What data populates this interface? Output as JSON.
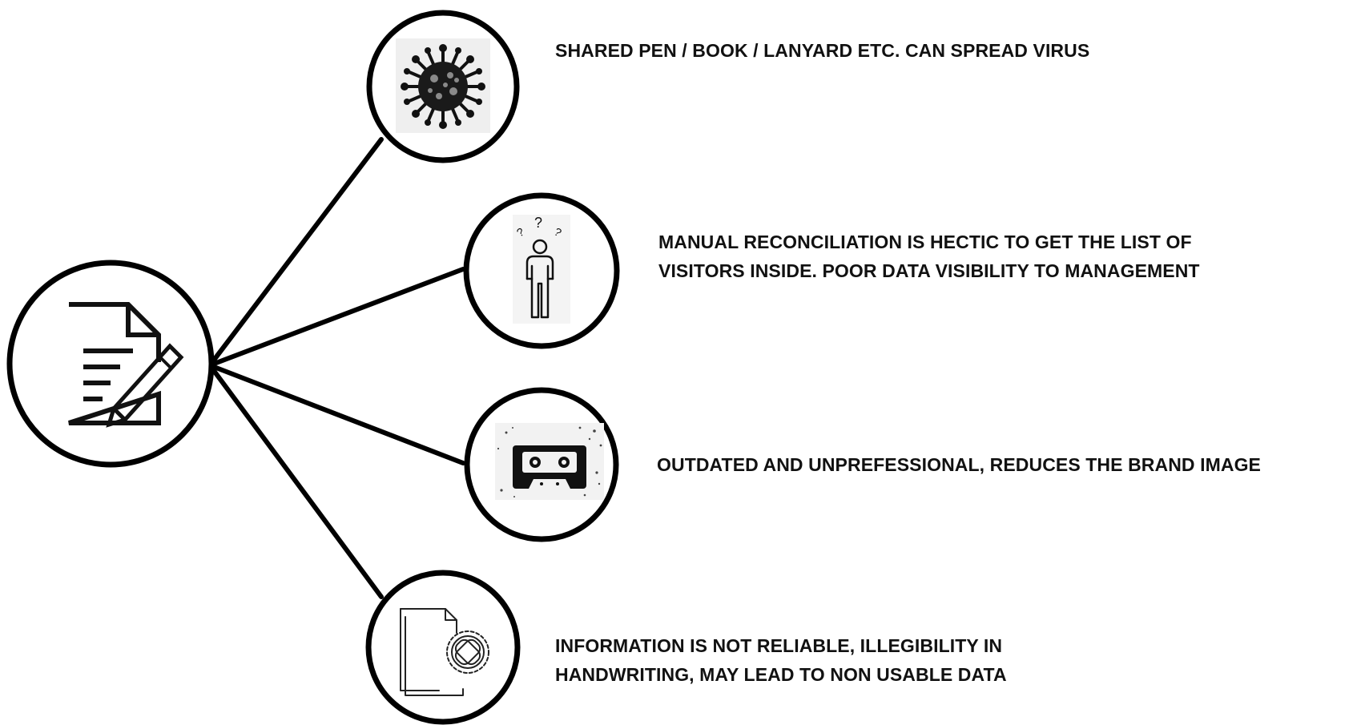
{
  "diagram": {
    "center": {
      "icon": "document-pen-icon"
    },
    "points": [
      {
        "id": "virus",
        "icon": "virus-icon",
        "lines": [
          "SHARED PEN / BOOK / LANYARD ETC. CAN SPREAD VIRUS"
        ]
      },
      {
        "id": "manual",
        "icon": "confused-person-icon",
        "lines": [
          "MANUAL RECONCILIATION IS HECTIC TO GET THE LIST OF",
          "VISITORS INSIDE. POOR DATA VISIBILITY TO MANAGEMENT"
        ]
      },
      {
        "id": "outdated",
        "icon": "cassette-tape-icon",
        "lines": [
          "OUTDATED AND UNPREFESSIONAL, REDUCES THE BRAND IMAGE"
        ]
      },
      {
        "id": "reliable",
        "icon": "broken-document-icon",
        "lines": [
          "INFORMATION IS NOT RELIABLE, ILLEGIBILITY IN",
          "HANDWRITING,  MAY LEAD TO NON USABLE DATA"
        ]
      }
    ]
  },
  "colors": {
    "stroke": "#000000",
    "text": "#111111",
    "background": "#ffffff"
  }
}
